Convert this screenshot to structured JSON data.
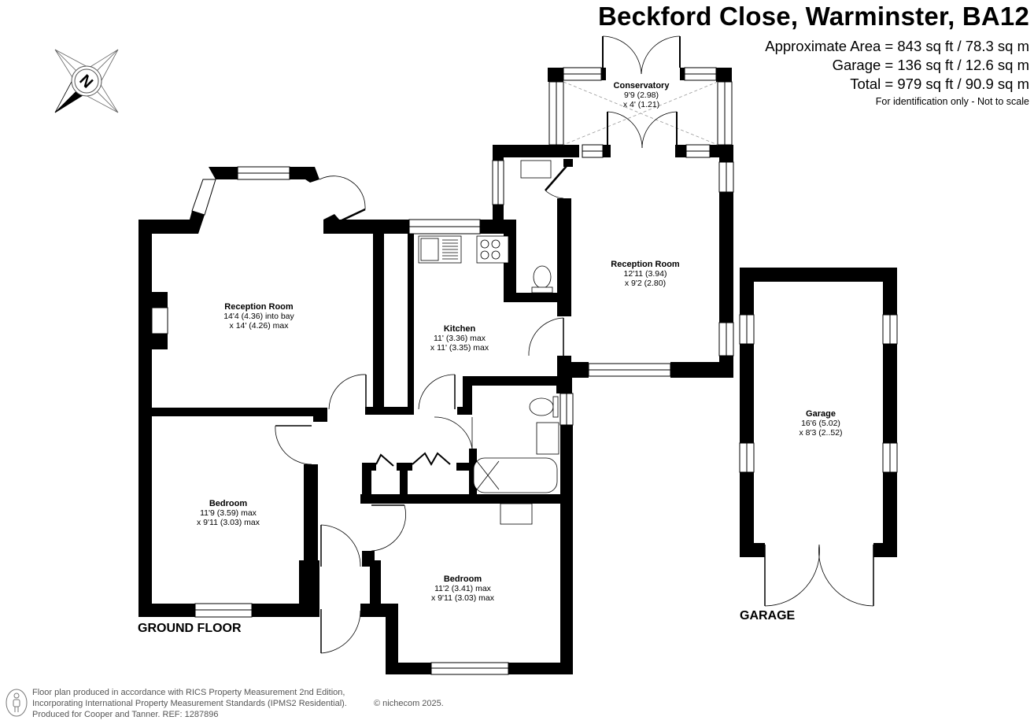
{
  "header": {
    "title": "Beckford Close, Warminster, BA12",
    "approx_area": "Approximate Area = 843 sq ft / 78.3 sq m",
    "garage_area": "Garage = 136 sq ft / 12.6 sq m",
    "total_area": "Total = 979 sq ft / 90.9 sq m",
    "disclaimer": "For identification only - Not to scale"
  },
  "compass": {
    "icon": "compass-north-icon",
    "letter": "N"
  },
  "floors": {
    "ground": "GROUND FLOOR",
    "garage": "GARAGE"
  },
  "rooms": [
    {
      "name": "Reception Room",
      "dim1": "14'4 (4.36) into bay",
      "dim2": "x 14' (4.26) max"
    },
    {
      "name": "Kitchen",
      "dim1": "11' (3.36) max",
      "dim2": "x 11' (3.35) max"
    },
    {
      "name": "Conservatory",
      "dim1": "9'9 (2.98)",
      "dim2": "x 4' (1.21)"
    },
    {
      "name": "Reception Room",
      "dim1": "12'11 (3.94)",
      "dim2": "x 9'2 (2.80)"
    },
    {
      "name": "Bedroom",
      "dim1": "11'9 (3.59) max",
      "dim2": "x 9'11 (3.03) max"
    },
    {
      "name": "Bedroom",
      "dim1": "11'2 (3.41) max",
      "dim2": "x 9'11 (3.03) max"
    },
    {
      "name": "Garage",
      "dim1": "16'6 (5.02)",
      "dim2": "x 8'3 (2..52)"
    }
  ],
  "footer": {
    "line1": "Floor plan produced in accordance with RICS Property Measurement 2nd Edition,",
    "line2": "Incorporating International Property Measurement Standards (IPMS2 Residential).",
    "line3": "Produced for Cooper and Tanner.   REF: 1287896",
    "copyright": "© nichecom 2025."
  }
}
